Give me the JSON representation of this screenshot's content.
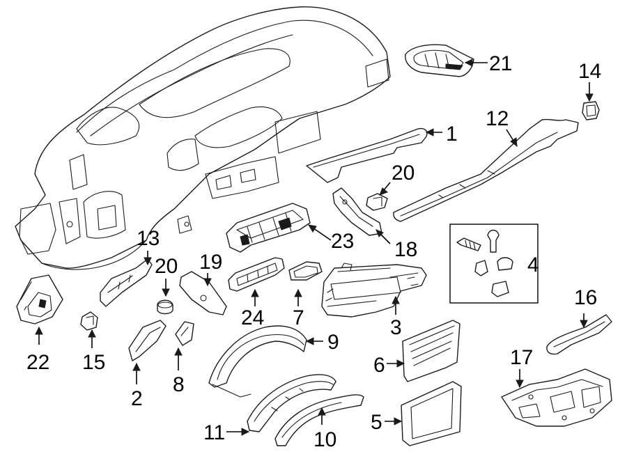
{
  "callouts": {
    "c1": "1",
    "c2": "2",
    "c3": "3",
    "c4": "4",
    "c5": "5",
    "c6": "6",
    "c7": "7",
    "c8": "8",
    "c9": "9",
    "c10": "10",
    "c11": "11",
    "c12": "12",
    "c13": "13",
    "c14": "14",
    "c15": "15",
    "c16": "16",
    "c17": "17",
    "c18": "18",
    "c19": "19",
    "c20a": "20",
    "c20b": "20",
    "c21": "21",
    "c22": "22",
    "c23": "23",
    "c24": "24"
  },
  "colors": {
    "line": "#1a1a1a",
    "background": "#ffffff"
  }
}
